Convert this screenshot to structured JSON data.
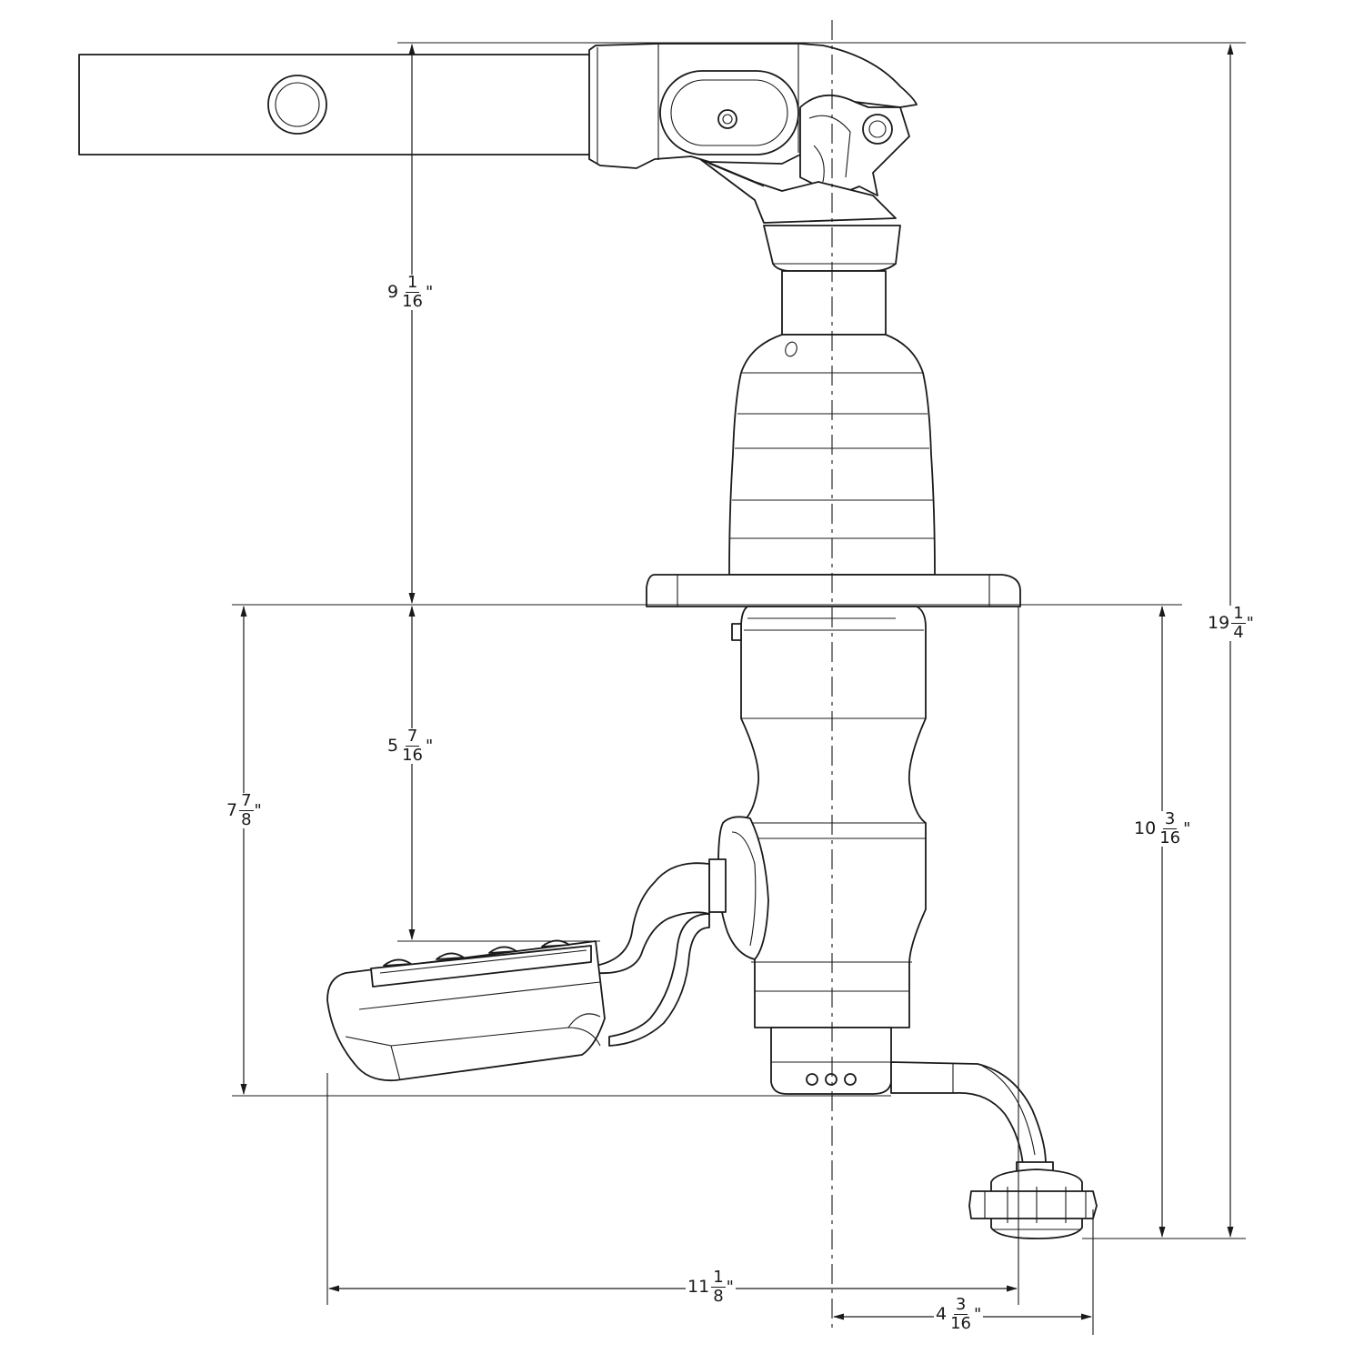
{
  "drawing": {
    "dimensions": [
      {
        "id": "upper-height",
        "whole": "9",
        "numerator": "1",
        "denominator": "16",
        "unit": "\""
      },
      {
        "id": "mid-height",
        "whole": "5",
        "numerator": "7",
        "denominator": "16",
        "unit": "\""
      },
      {
        "id": "handle-height",
        "whole": "7",
        "numerator": "7",
        "denominator": "8",
        "unit": "\""
      },
      {
        "id": "lower-height",
        "whole": "10",
        "numerator": "3",
        "denominator": "16",
        "unit": "\""
      },
      {
        "id": "overall-height",
        "whole": "19",
        "numerator": "1",
        "denominator": "4",
        "unit": "\""
      },
      {
        "id": "overall-width",
        "whole": "11",
        "numerator": "1",
        "denominator": "8",
        "unit": "\""
      },
      {
        "id": "offset-width",
        "whole": "4",
        "numerator": "3",
        "denominator": "16",
        "unit": "\""
      }
    ]
  }
}
